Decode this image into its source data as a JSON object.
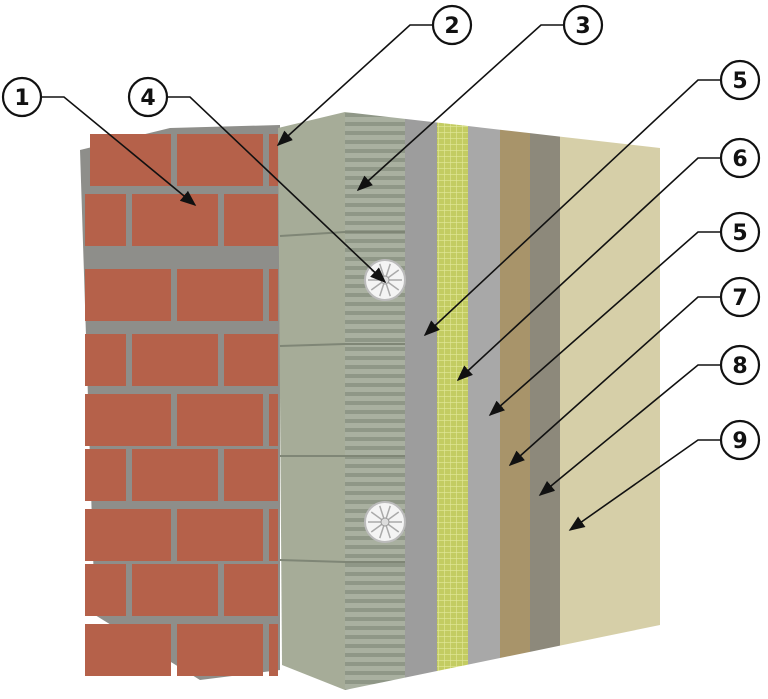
{
  "diagram": {
    "subject": "wall-insulation-layers",
    "colors": {
      "brick": "#b5614a",
      "mortar": "#8f8f8c",
      "insulation": "#a7ad98",
      "adhesive_stripes": "#9ea595",
      "plaster": "#9d9d9d",
      "mesh": "#c6cf6a",
      "primer": "#a8a8a8",
      "tan": "#a8946a",
      "greybrown": "#8d897b",
      "finish": "#d6cfa8"
    },
    "callouts": [
      {
        "label": "1"
      },
      {
        "label": "2"
      },
      {
        "label": "3"
      },
      {
        "label": "4"
      },
      {
        "label": "5"
      },
      {
        "label": "6"
      },
      {
        "label": "5"
      },
      {
        "label": "7"
      },
      {
        "label": "8"
      },
      {
        "label": "9"
      }
    ]
  }
}
